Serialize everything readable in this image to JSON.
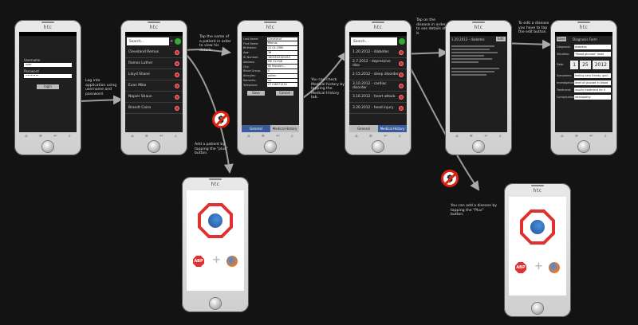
{
  "brand": "htc",
  "login": {
    "username_label": "Username",
    "username_value": "user",
    "password_label": "Password",
    "password_value": "••••••••",
    "login_button": "login"
  },
  "patients": {
    "search_placeholder": "Search...",
    "names": [
      "Cleveland Remus",
      "Ramos Luther",
      "Lloyd Shane",
      "Evan Mike",
      "Napier Shaun",
      "Brandt Cains"
    ]
  },
  "details": {
    "fields": [
      {
        "label": "Last Name:",
        "value": "Cleveland"
      },
      {
        "label": "First Name:",
        "value": "Remus"
      },
      {
        "label": "Birthdate:",
        "value": "22.01.1980"
      },
      {
        "label": "Age:",
        "value": "38"
      },
      {
        "label": "ID Number:",
        "value": "1800532150015"
      },
      {
        "label": "Address:",
        "value": "MK 3125/6"
      },
      {
        "label": "City:",
        "value": "Ifji Munaim..."
      },
      {
        "label": "Blood Group:",
        "value": "0"
      },
      {
        "label": "Allergies:",
        "value": "pollen"
      },
      {
        "label": "Ramarks:",
        "value": "no"
      },
      {
        "label": "Telephone:",
        "value": "07138971234"
      }
    ],
    "save_button": "Save",
    "cancel_button": "Cancel",
    "general_tab": "General",
    "history_tab": "Medical History"
  },
  "history": {
    "entries": [
      "1.20.2012 - diabetes",
      "2.7.2012 - depressive diso",
      "2.15.2012 - sleep disorder",
      "3.10.2012 - cardiac disorder",
      "3.16.2012 - heart attack",
      "3.20.2012 - head injury"
    ],
    "general_tab": "General",
    "history_tab": "Medical History"
  },
  "disease_detail": {
    "header": "1.20.2012 - diabetes",
    "edit_button": "Edit"
  },
  "edit_disease": {
    "save_button": "Save",
    "title": "Diagnosis Form",
    "fields": [
      {
        "label": "Diagnosis:",
        "value": "diabetes"
      },
      {
        "label": "Situation:",
        "value": "\"Blood glucose\" level"
      },
      {
        "label": "Date:",
        "value": ""
      },
      {
        "label": "Symptoms:",
        "value": "feeling very thirsty, goin"
      },
      {
        "label": "Investigations:",
        "value": "level of glucose in blood"
      },
      {
        "label": "Treatment:",
        "value": "insulin treatment for ri"
      },
      {
        "label": "Complications:",
        "value": "retinopathy"
      }
    ],
    "date_month": "1",
    "date_day": "25",
    "date_year": "2012"
  },
  "notes": {
    "login": "Log into application using username and password.",
    "tap_name": "Tap the name of a patient in order to view his details.",
    "add_patient": "Add a patient by tapping the \"plus\" button.",
    "check_history": "You can check Medical history by tapping the Medical History tab.",
    "tap_disease": "Tap on the disease in order to see details of it.",
    "edit_disease": "To edit a disease you have to tap the edit button.",
    "add_disease": "You can add a disease by tapping the \"Plus\" button."
  },
  "adblock": {
    "abp_label": "ABP",
    "plus_sign": "+",
    "dollar_sign": "$"
  }
}
